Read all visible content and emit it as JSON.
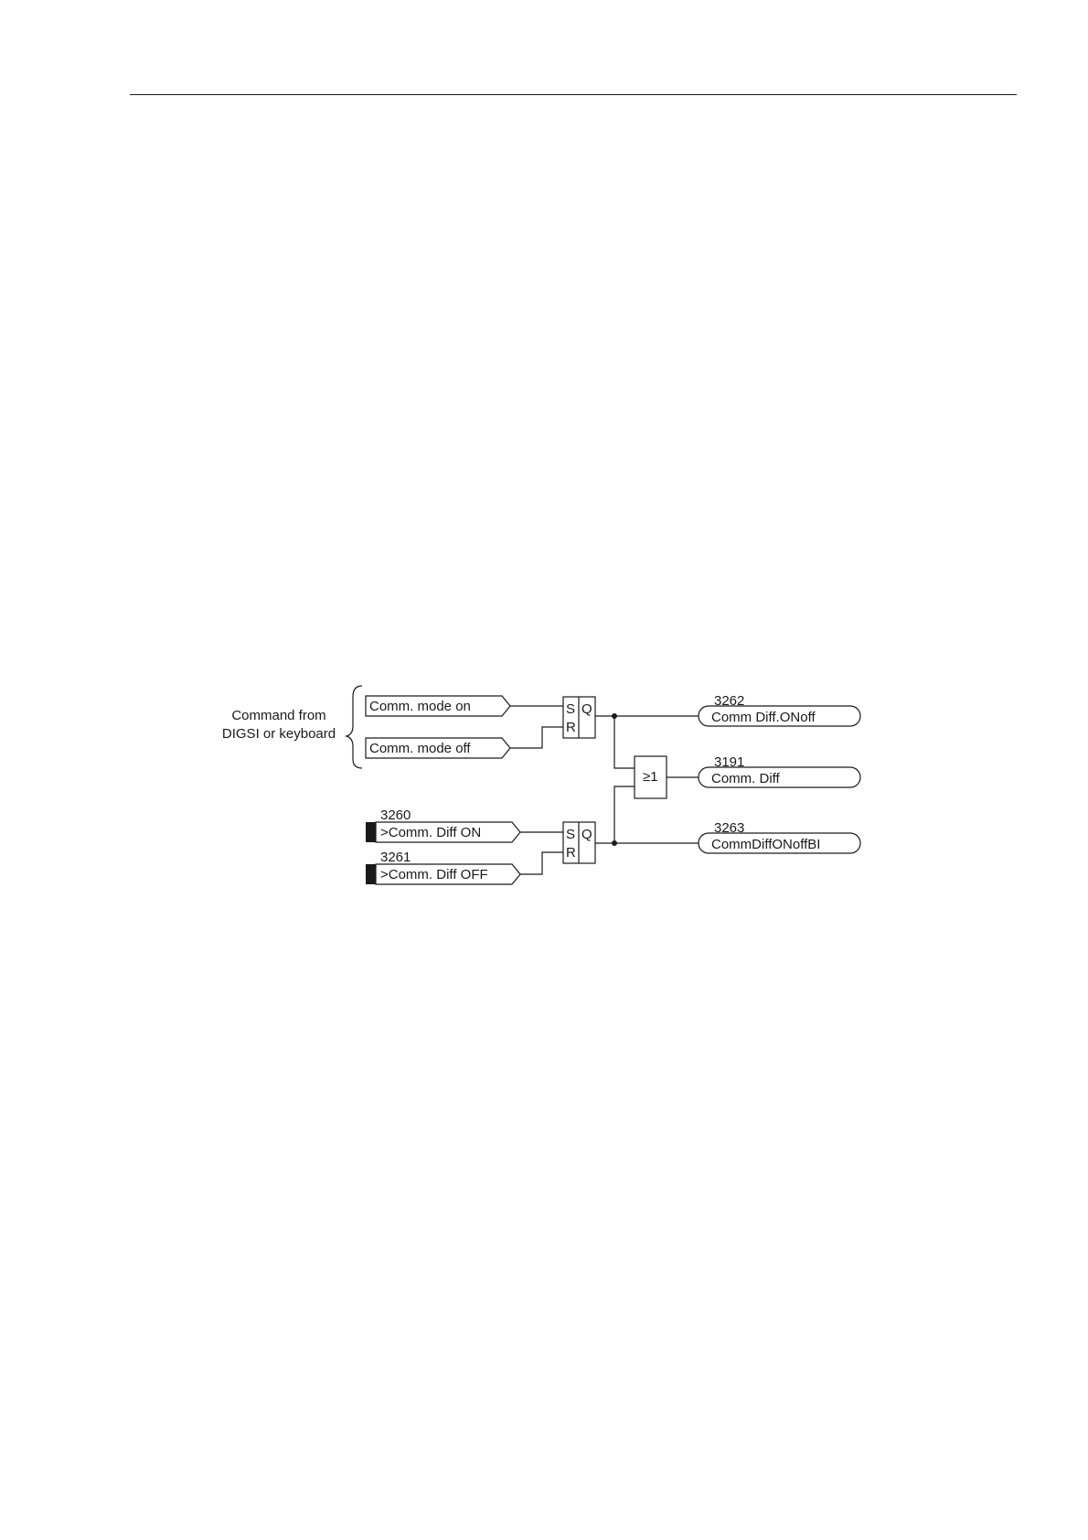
{
  "diagram": {
    "brace_label": [
      "Command from",
      "DIGSI or keyboard"
    ],
    "inputs": {
      "mode_on": "Comm. mode on",
      "mode_off": "Comm. mode off",
      "bi_on": {
        "number": "3260",
        "label": ">Comm. Diff ON"
      },
      "bi_off": {
        "number": "3261",
        "label": ">Comm. Diff OFF"
      }
    },
    "flipflop": {
      "s": "S",
      "r": "R",
      "q": "Q"
    },
    "or_gate": "≥1",
    "outputs": {
      "out1": {
        "number": "3262",
        "label": "Comm Diff.ONoff"
      },
      "out2": {
        "number": "3191",
        "label": "Comm. Diff"
      },
      "out3": {
        "number": "3263",
        "label": "CommDiffONoffBI"
      }
    }
  }
}
